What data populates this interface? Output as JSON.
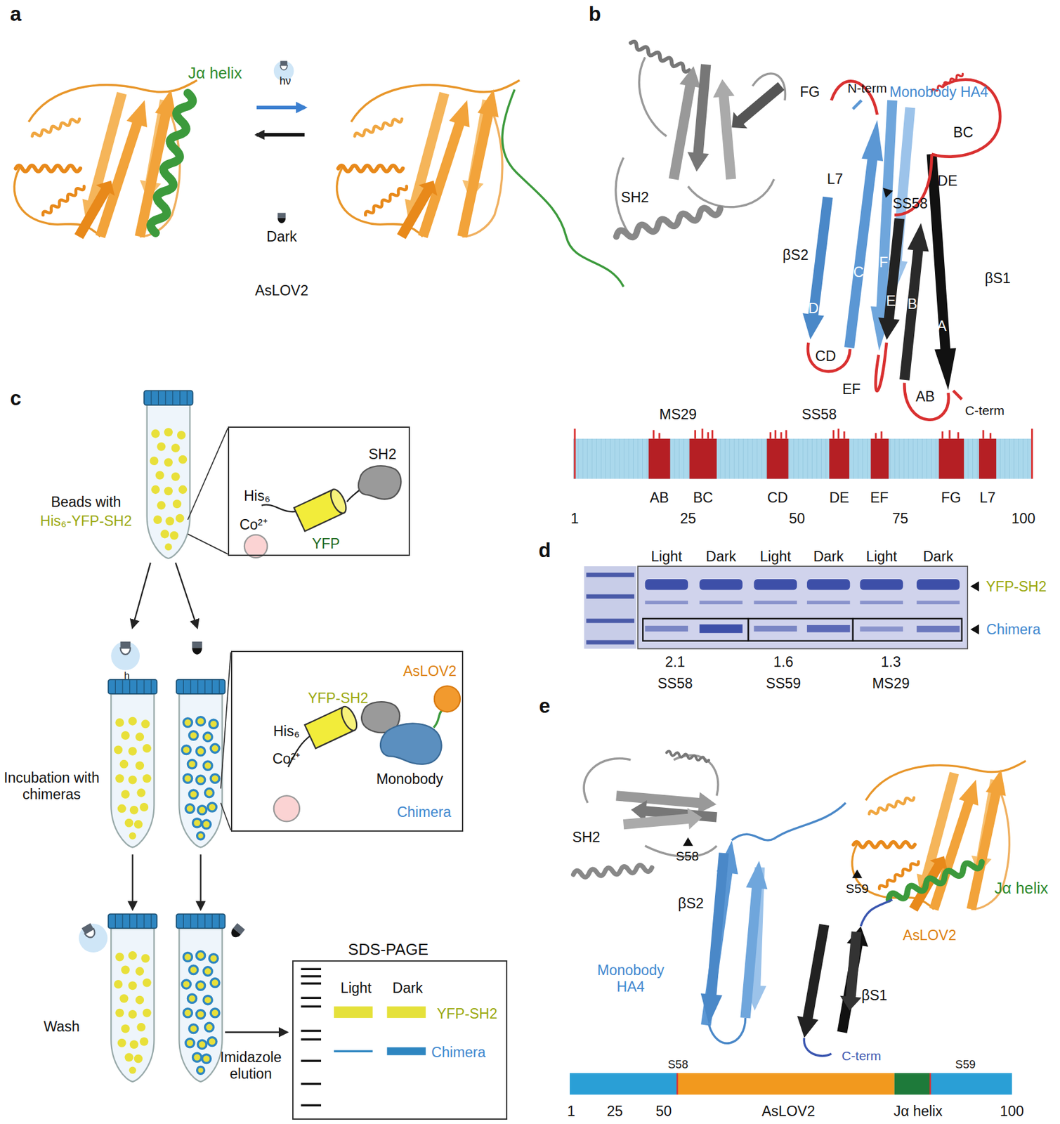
{
  "diagram": {
    "nodes": [
      {
        "text": [
          "SH2",
          "His₆",
          "Co²⁺",
          "YFP"
        ]
      },
      {
        "text": [
          "AsLOV2",
          "YFP-SH2",
          "His₆",
          "Co²⁺",
          "Monobody",
          "Chimera"
        ]
      },
      {
        "text": [
          "SDS-PAGE",
          "Light",
          "Dark",
          "YFP-SH2",
          "Chimera"
        ]
      }
    ],
    "labels": [
      "a",
      "Jα helix",
      "hν",
      "Dark",
      "AsLOV2",
      "b",
      "Monobody HA4",
      "FG",
      "N-term",
      "BC",
      "L7",
      "DE",
      "SS58",
      "SH2",
      "βS2",
      "βS1",
      "D",
      "C",
      "F",
      "E",
      "B",
      "A",
      "CD",
      "EF",
      "AB",
      "C-term",
      "MS29",
      "SS58",
      "AB",
      "BC",
      "CD",
      "DE",
      "EF",
      "FG",
      "L7",
      "1",
      "25",
      "50",
      "75",
      "100",
      "c",
      "Beads with",
      "His₆-YFP-SH2",
      "h",
      "Incubation with chimeras",
      "Wash",
      "Imidazole elution",
      "d",
      "Light",
      "Dark",
      "Light",
      "Dark",
      "Light",
      "Dark",
      "YFP-SH2",
      "Chimera",
      "2.1",
      "SS58",
      "1.6",
      "SS59",
      "1.3",
      "MS29",
      "e",
      "SH2",
      "S58",
      "S59",
      "βS2",
      "Jα helix",
      "AsLOV2",
      "Monobody HA4",
      "βS1",
      "C-term",
      "S58",
      "S59",
      "1",
      "25",
      "50",
      "AsLOV2",
      "Jα helix",
      "100"
    ]
  }
}
